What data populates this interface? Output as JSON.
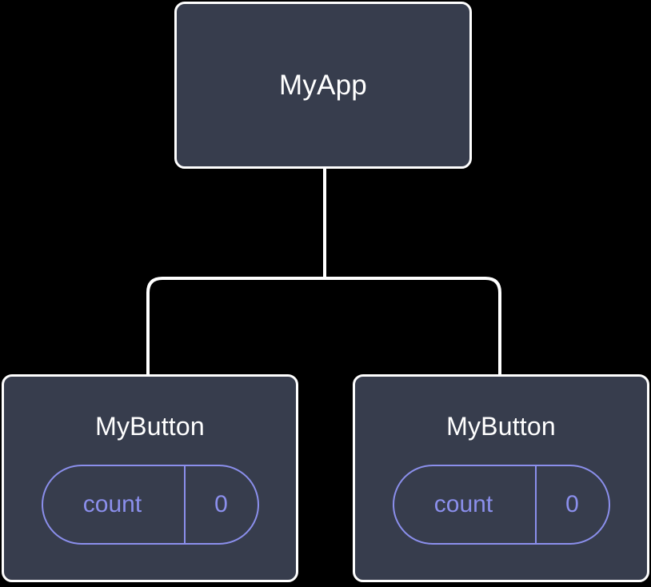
{
  "diagram": {
    "type": "component-tree",
    "background_color": "#000000",
    "node_fill_color": "#373d4d",
    "node_border_color": "#ffffff",
    "accent_color": "#8b8fec",
    "connector_color": "#ffffff"
  },
  "root": {
    "label": "MyApp"
  },
  "children": [
    {
      "label": "MyButton",
      "state": {
        "key": "count",
        "value": "0"
      }
    },
    {
      "label": "MyButton",
      "state": {
        "key": "count",
        "value": "0"
      }
    }
  ]
}
